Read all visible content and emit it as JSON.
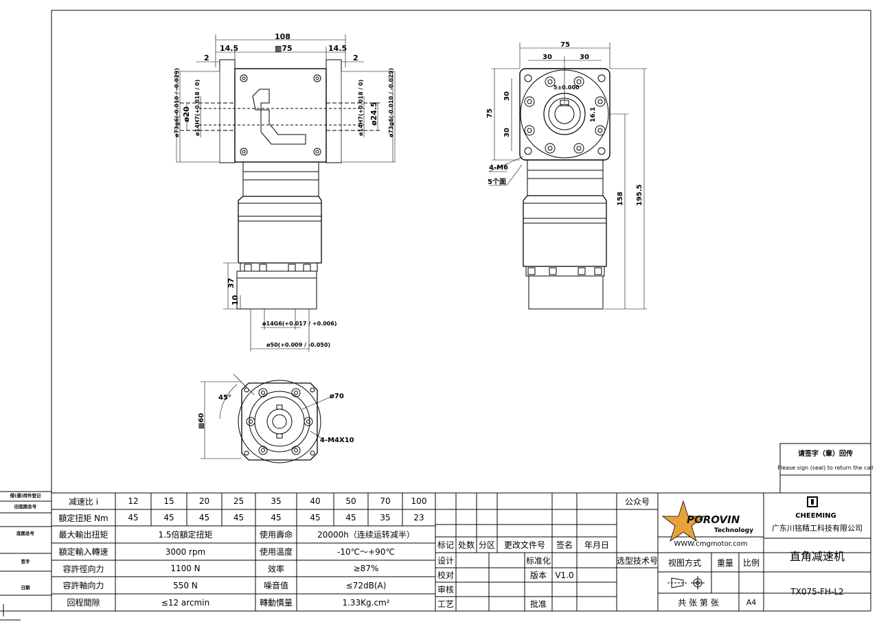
{
  "drawing": {
    "front_view": {
      "overall_width": "108",
      "side_offset_left": "14.5",
      "side_offset_right": "14.5",
      "center_square": "▩75",
      "gap_left": "2",
      "gap_right": "2",
      "shaft_dia_left_a": "ø73g6(-0.010 / -0.029)",
      "shaft_dia_left_b": "ø20",
      "shaft_dia_left_c": "ø14H7(+0.018 / 0)",
      "shaft_dia_right_a": "ø14H7(+0.018 / 0)",
      "shaft_dia_right_b": "ø24.5",
      "shaft_dia_right_c": "ø73g6(-0.010 / -0.029)",
      "dim_37": "37",
      "dim_10": "10",
      "input_bore": "ø14G6(+0.017 / +0.006)",
      "input_pilot": "ø50(+0.009 / -0.050)"
    },
    "side_view": {
      "width": "75",
      "half_left": "30",
      "half_right": "30",
      "height_75": "75",
      "v_30a": "30",
      "v_30b": "30",
      "key": "5±0.000",
      "key_height": "16.1",
      "holes": "4-M6",
      "faces": "5个面",
      "length_158": "158",
      "length_195": "195.5"
    },
    "bottom_view": {
      "angle": "45°",
      "pcd": "ø70",
      "square": "▩60",
      "holes": "4-M4X10"
    }
  },
  "return_note": {
    "cn": "请签字（章）回传",
    "en": "Please sign (seal) to return the call"
  },
  "left_strip": [
    "借(通)用件登记",
    "旧底图总号",
    "底图总号",
    "签字",
    "日期"
  ],
  "spec_table": {
    "ratio_label": "减速比 i",
    "ratios": [
      "12",
      "15",
      "20",
      "25",
      "35",
      "40",
      "50",
      "70",
      "100"
    ],
    "torque_label": "額定扭矩 Nm",
    "torques": [
      "45",
      "45",
      "45",
      "45",
      "45",
      "45",
      "45",
      "35",
      "23"
    ],
    "rows": [
      {
        "label": "最大輸出扭矩",
        "value": "1.5倍額定扭矩",
        "label2": "使用壽命",
        "value2": "20000h（连续运转减半）"
      },
      {
        "label": "額定輸入轉速",
        "value": "3000 rpm",
        "label2": "使用溫度",
        "value2": "-10℃～+90℃"
      },
      {
        "label": "容許徑向力",
        "value": "1100 N",
        "label2": "效率",
        "value2": "≥87%"
      },
      {
        "label": "容許軸向力",
        "value": "550 N",
        "label2": "噪音值",
        "value2": "≤72dB(A)"
      },
      {
        "label": "回程間隙",
        "value": "≤12 arcmin",
        "label2": "轉動慣量",
        "value2": "1.33Kg.cm²"
      }
    ]
  },
  "revision_block": {
    "mark": "标记",
    "count": "处数",
    "zone": "分区",
    "change_doc": "更改文件号",
    "sign": "签名",
    "date": "年月日",
    "design": "设计",
    "standardize": "标准化",
    "check": "校对",
    "version": "版本",
    "version_value": "V1.0",
    "review": "审核",
    "process": "工艺",
    "approve": "批准"
  },
  "title_block": {
    "public_account": "公众号",
    "selection_tech": "选型技术号",
    "brand": "POROVIN",
    "brand_sub": "Technology",
    "website": "WWW.cmgmotor.com",
    "company_logo": "CHEEMING",
    "company": "广东川铭精工科技有限公司",
    "view_method": "视图方式",
    "weight": "重量",
    "scale": "比例",
    "product": "直角减速机",
    "sheets": "共 张 第 张",
    "paper": "A4",
    "model": "TX075-FH-L2"
  }
}
